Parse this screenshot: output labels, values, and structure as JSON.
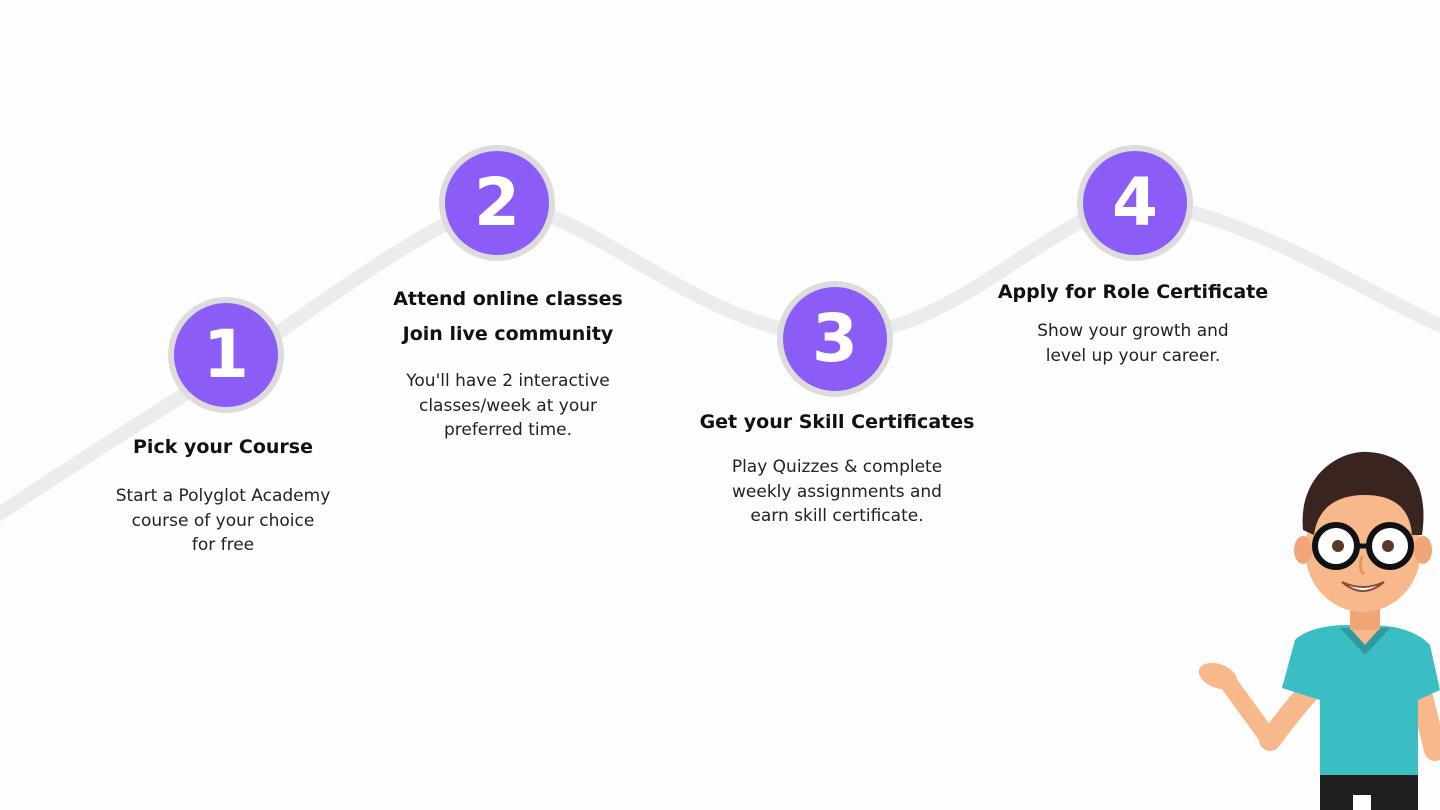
{
  "steps": [
    {
      "number": "1",
      "title": "Pick your Course",
      "description": "Start a Polyglot Academy\ncourse of your choice\nfor free"
    },
    {
      "number": "2",
      "title_line1": "Attend online classes",
      "title_line2": "Join live community",
      "description": "You'll have 2 interactive\nclasses/week at your\npreferred time."
    },
    {
      "number": "3",
      "title": "Get your Skill Certificates",
      "description": "Play Quizzes & complete\nweekly assignments and\nearn skill certificate."
    },
    {
      "number": "4",
      "title": "Apply for Role Certificate",
      "description": "Show your growth and\nlevel up your career."
    }
  ],
  "colors": {
    "circle_fill": "#8b5cf6",
    "circle_ring": "#dcdcdc",
    "path_stroke": "#ececec",
    "shirt": "#3bbdc4",
    "skin": "#f7b98b",
    "hair": "#3a2420"
  }
}
